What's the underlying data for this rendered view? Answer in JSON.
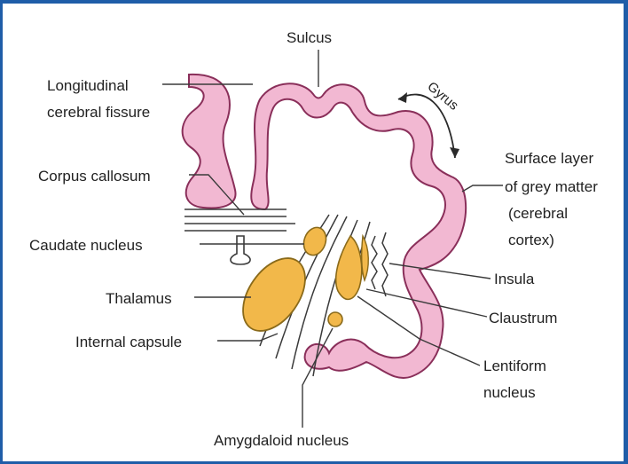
{
  "diagram": {
    "colors": {
      "cortex_fill": "#f2b8d2",
      "cortex_stroke": "#8a2f5a",
      "nucleus_fill": "#f2b84a",
      "nucleus_stroke": "#8a6a1a",
      "leader_line": "#3a3a3a",
      "frame": "#1f5da8"
    },
    "labels": {
      "sulcus": "Sulcus",
      "gyrus": "Gyrus",
      "longitudinal_line1": "Longitudinal",
      "longitudinal_line2": "cerebral fissure",
      "corpus_callosum": "Corpus callosum",
      "caudate_nucleus": "Caudate nucleus",
      "thalamus": "Thalamus",
      "internal_capsule": "Internal capsule",
      "amygdaloid_nucleus": "Amygdaloid nucleus",
      "surface_line1": "Surface layer",
      "surface_line2": "of grey matter",
      "surface_line3": "(cerebral",
      "surface_line4": "cortex)",
      "insula": "Insula",
      "claustrum": "Claustrum",
      "lentiform_line1": "Lentiform",
      "lentiform_line2": "nucleus"
    }
  }
}
